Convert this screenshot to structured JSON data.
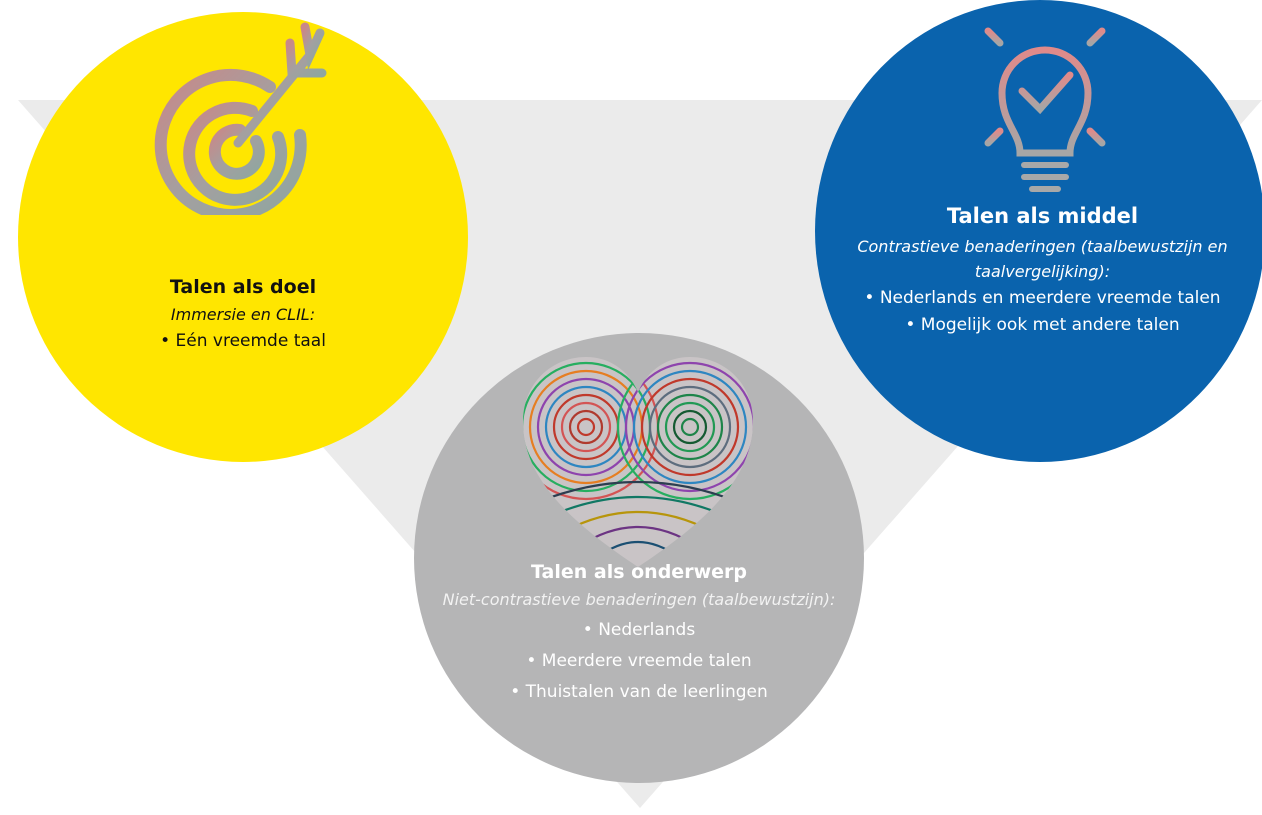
{
  "colors": {
    "triangle": "#ebebeb",
    "yellow": "#ffe600",
    "blue": "#0a63ad",
    "grey": "#b5b5b6",
    "icon_pink": "#d98a8a",
    "icon_grey": "#9a9a9a"
  },
  "circles": {
    "doel": {
      "icon": "target-with-arrow-icon",
      "title": "Talen als doel",
      "subtitle": "Immersie en CLIL:",
      "bullets": [
        "• Eén vreemde taal"
      ]
    },
    "middel": {
      "icon": "lightbulb-checkmark-icon",
      "title": "Talen als middel",
      "subtitle_line1": "Contrastieve benaderingen (taalbewustzijn en",
      "subtitle_line2": "taalvergelijking):",
      "bullets": [
        "• Nederlands en meerdere vreemde talen",
        "• Mogelijk ook met andere talen"
      ]
    },
    "onderwerp": {
      "icon": "heart-fingerprint-icon",
      "title": "Talen als onderwerp",
      "subtitle": "Niet-contrastieve benaderingen (taalbewustzijn):",
      "bullets": [
        "• Nederlands",
        "• Meerdere vreemde talen",
        "• Thuistalen van de leerlingen"
      ]
    }
  }
}
